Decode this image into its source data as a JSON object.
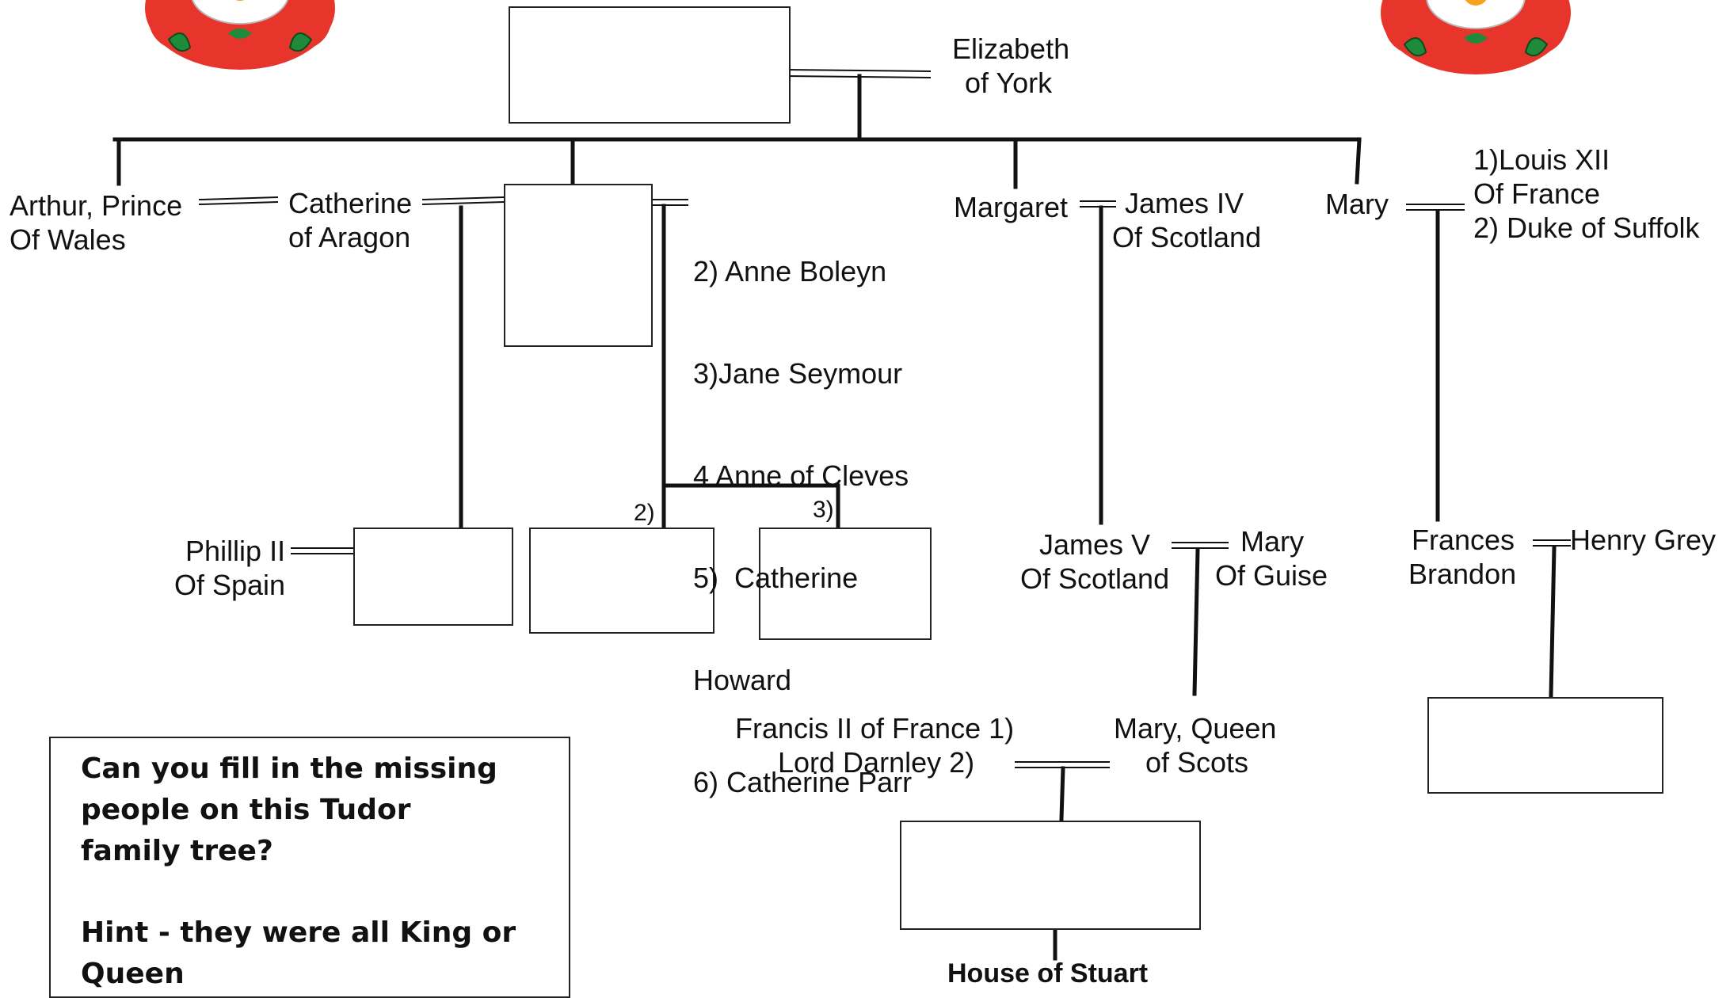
{
  "spouses": {
    "elizabeth_york": [
      "Elizabeth",
      "of York"
    ],
    "arthur": [
      "Arthur, Prince",
      "Of Wales"
    ],
    "catherine_aragon": [
      "Catherine",
      "of Aragon"
    ],
    "henry_wives": [
      "2) Anne Boleyn",
      "3)Jane Seymour",
      "4 Anne of Cleves",
      "5)  Catherine",
      "Howard",
      "6) Catherine Parr"
    ],
    "margaret": "Margaret",
    "james_iv": [
      "James IV",
      "Of Scotland"
    ],
    "mary": "Mary",
    "mary_husbands": [
      "1)Louis XII",
      "Of France",
      "2) Duke of Suffolk"
    ],
    "phillip": [
      "Phillip II",
      "Of Spain"
    ],
    "james_v": [
      "James V",
      "Of Scotland"
    ],
    "mary_guise": [
      "Mary",
      "Of Guise"
    ],
    "frances": [
      "Frances",
      "Brandon"
    ],
    "henry_grey": "Henry Grey",
    "mary_husbands_scots": [
      "Francis II of France 1)",
      "Lord Darnley 2)"
    ],
    "mary_queen_scots": [
      "Mary, Queen",
      "of Scots"
    ]
  },
  "marker_labels": {
    "wife_2": "2)",
    "wife_3": "3)"
  },
  "house_label": "House of Stuart",
  "hint": {
    "question": [
      "Can you fill in the missing",
      "people on this Tudor",
      "family tree?"
    ],
    "tip": [
      "Hint - they were all King or",
      "Queen"
    ]
  },
  "colors": {
    "rose_red": "#e8352b",
    "rose_white": "#ffffff",
    "leaf_green": "#1f8a3a",
    "rose_center": "#f7a21b",
    "line": "#111111"
  }
}
